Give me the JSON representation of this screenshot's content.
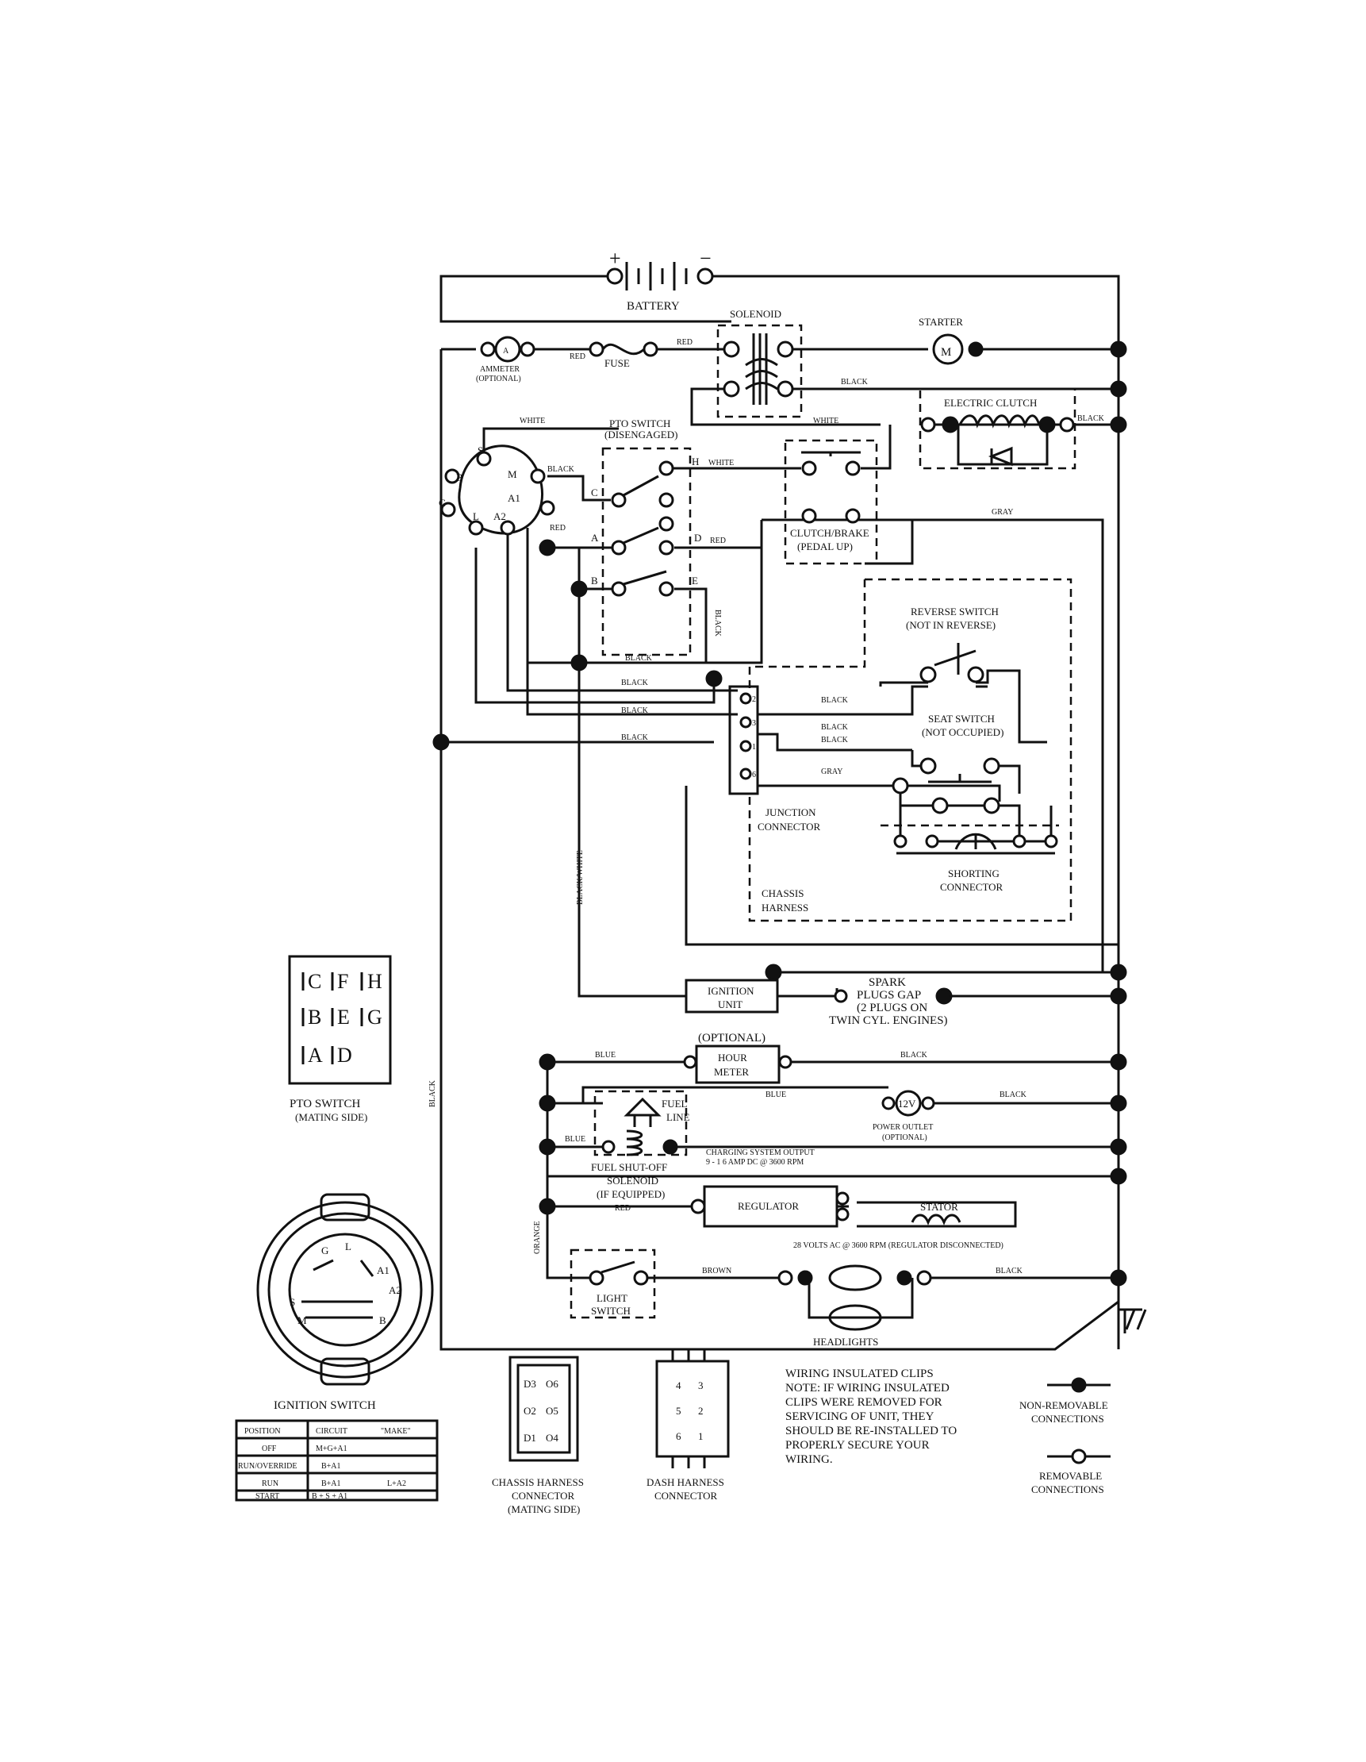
{
  "labels": {
    "battery": "BATTERY",
    "plus": "+",
    "minus": "−",
    "solenoid": "SOLENOID",
    "starter": "STARTER",
    "starter_m": "M",
    "ammeter_a": "A",
    "ammeter": "AMMETER",
    "ammeter_opt": "(OPTIONAL)",
    "fuse": "FUSE",
    "red": "RED",
    "black": "BLACK",
    "white": "WHITE",
    "gray": "GRAY",
    "blue": "BLUE",
    "brown": "BROWN",
    "orange": "ORANGE",
    "black_white": "BLACK/WHITE",
    "electric_clutch": "ELECTRIC CLUTCH",
    "pto_switch_title": "PTO SWITCH",
    "pto_switch_state": "(DISENGAGED)",
    "clutch_brake": "CLUTCH/BRAKE",
    "pedal_up": "(PEDAL UP)",
    "reverse_switch": "REVERSE SWITCH",
    "not_in_reverse": "(NOT IN REVERSE)",
    "seat_switch": "SEAT SWITCH",
    "not_occupied": "(NOT OCCUPIED)",
    "junction": "JUNCTION",
    "connector": "CONNECTOR",
    "shorting": "SHORTING",
    "chassis": "CHASSIS",
    "harness": "HARNESS",
    "ignition_unit_1": "IGNITION",
    "ignition_unit_2": "UNIT",
    "spark_1": "SPARK",
    "spark_2": "PLUGS GAP",
    "spark_3": "(2 PLUGS ON",
    "spark_4": "TWIN CYL. ENGINES)",
    "optional": "(OPTIONAL)",
    "hour_1": "HOUR",
    "hour_2": "METER",
    "fuel": "FUEL",
    "line": "LINE",
    "v12": "12V",
    "power_outlet": "POWER OUTLET",
    "charging_1": "CHARGING SYSTEM OUTPUT",
    "charging_2": "9 - 1 6 AMP DC @ 3600 RPM",
    "fuel_shutoff_1": "FUEL SHUT-OFF",
    "fuel_shutoff_2": "SOLENOID",
    "fuel_shutoff_3": "(IF EQUIPPED)",
    "regulator": "REGULATOR",
    "stator": "STATOR",
    "volts_ac": "28 VOLTS AC @ 3600 RPM (REGULATOR DISCONNECTED)",
    "light_1": "LIGHT",
    "light_2": "SWITCH",
    "headlights": "HEADLIGHTS",
    "pto_mating_1": "PTO SWITCH",
    "pto_mating_2": "(MATING SIDE)",
    "ignition_switch": "IGNITION SWITCH",
    "chassis_conn_1": "CHASSIS HARNESS",
    "chassis_conn_2": "CONNECTOR",
    "chassis_conn_3": "(MATING SIDE)",
    "dash_conn_1": "DASH HARNESS",
    "dash_conn_2": "CONNECTOR",
    "note_1": "WIRING INSULATED CLIPS",
    "note_2": "NOTE:  IF WIRING INSULATED",
    "note_3": "CLIPS WERE REMOVED FOR",
    "note_4": "SERVICING OF UNIT, THEY",
    "note_5": "SHOULD BE RE-INSTALLED TO",
    "note_6": "PROPERLY SECURE YOUR",
    "note_7": "WIRING.",
    "nonrem_1": "NON-REMOVABLE",
    "nonrem_2": "CONNECTIONS",
    "rem_1": "REMOVABLE",
    "rem_2": "CONNECTIONS"
  },
  "ignition_terminals": [
    "S",
    "M",
    "B",
    "A1",
    "G",
    "L",
    "A2"
  ],
  "pto_terminals": [
    "C",
    "H",
    "A",
    "D",
    "B",
    "E"
  ],
  "junction_pins": [
    "2",
    "3",
    "1",
    "6"
  ],
  "pto_mating_letters": [
    [
      "C",
      "F",
      "H"
    ],
    [
      "B",
      "E",
      "G"
    ],
    [
      "A",
      "D"
    ]
  ],
  "ignition_face_letters": [
    "G",
    "L",
    "A1",
    "A2",
    "S",
    "M",
    "B"
  ],
  "chassis_conn_pins": [
    "D3",
    "O6",
    "O2",
    "O5",
    "D1",
    "O4"
  ],
  "dash_conn_pins": [
    "4",
    "3",
    "5",
    "2",
    "6",
    "1"
  ],
  "ignition_table": {
    "headers": [
      "POSITION",
      "CIRCUIT",
      "\"MAKE\""
    ],
    "rows": [
      [
        "OFF",
        "M+G+A1",
        ""
      ],
      [
        "RUN/OVERRIDE",
        "B+A1",
        ""
      ],
      [
        "RUN",
        "B+A1",
        "L+A2"
      ],
      [
        "START",
        "B + S + A1",
        ""
      ]
    ]
  }
}
